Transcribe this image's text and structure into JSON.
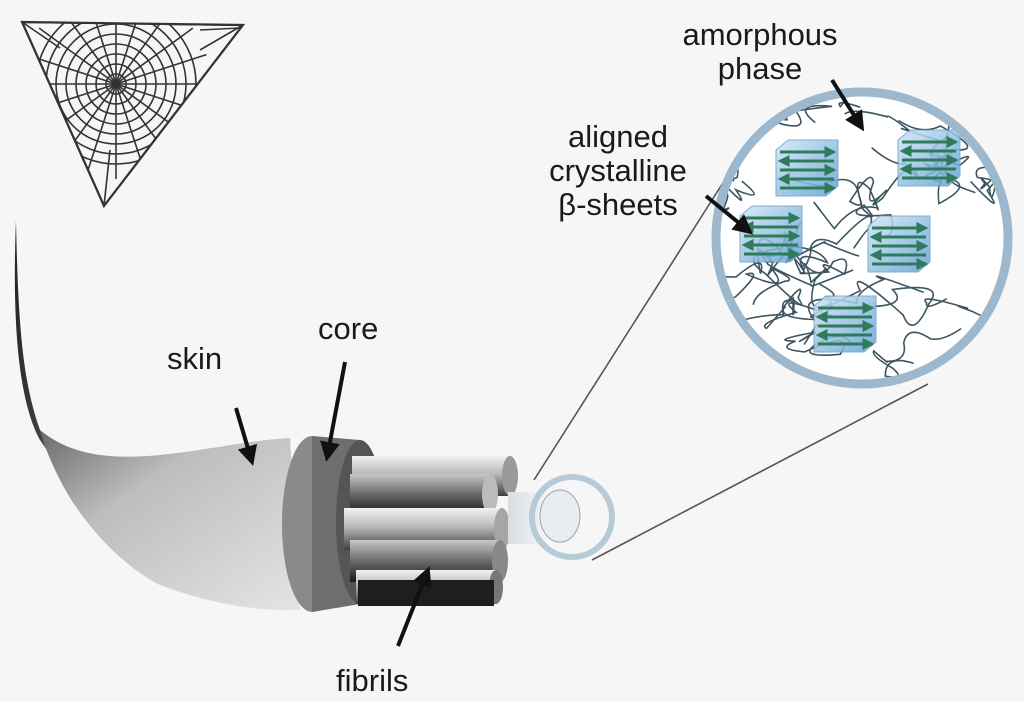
{
  "labels": {
    "skin": "skin",
    "core": "core",
    "fibrils": "fibrils",
    "amorphous_line1": "amorphous",
    "amorphous_line2": "phase",
    "aligned_line1": "aligned",
    "aligned_line2": "crystalline",
    "aligned_line3": "β-sheets"
  },
  "colors": {
    "background": "#f6f6f6",
    "web_lines": "#333333",
    "crystal_blue": "#7fb6df",
    "arrow_green": "#2f7a5a",
    "ring_blue": "#9db8cc",
    "amorphous_chain": "#3d5560"
  }
}
